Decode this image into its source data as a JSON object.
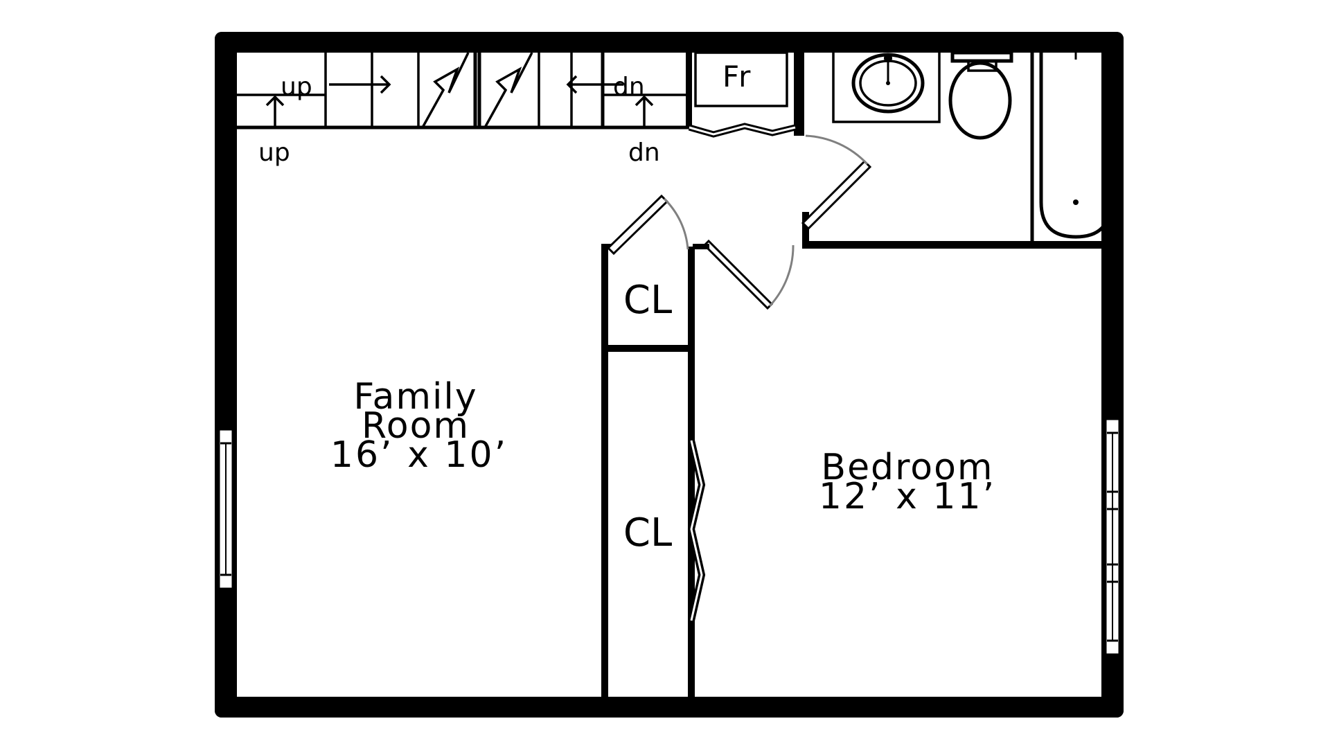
{
  "rooms": {
    "family_room": {
      "name_line1": "Family",
      "name_line2": "Room",
      "dimensions": "16’ x 10’"
    },
    "bedroom": {
      "name": "Bedroom",
      "dimensions": "12’ x 11’"
    },
    "closet_upper": {
      "label": "CL"
    },
    "closet_lower": {
      "label": "CL"
    },
    "fridge": {
      "label": "Fr"
    }
  },
  "stairs": {
    "up_inner": "up",
    "dn_inner": "dn",
    "up_outer": "up",
    "dn_outer": "dn"
  },
  "colors": {
    "wall": "#000000",
    "door_swing": "#808080",
    "background": "#ffffff"
  }
}
